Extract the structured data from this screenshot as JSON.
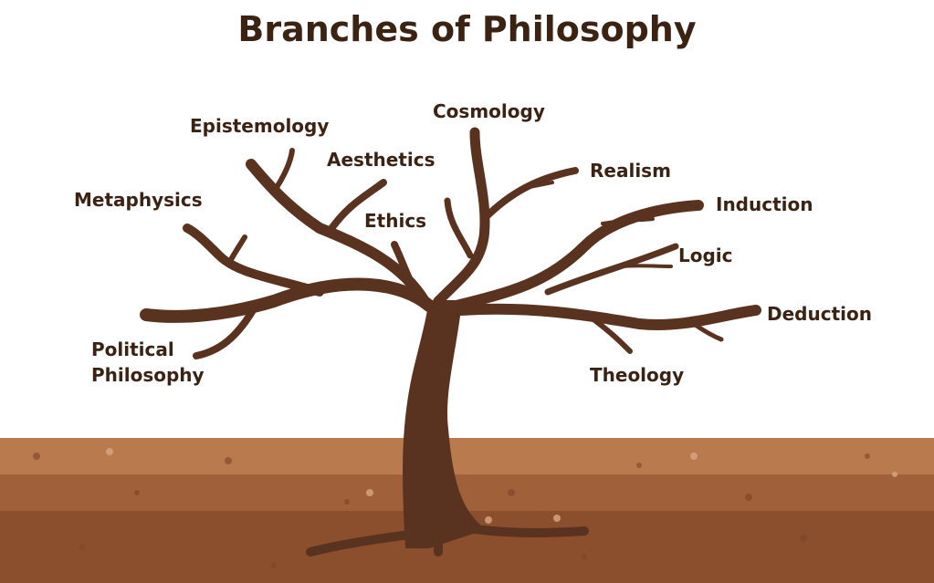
{
  "title": "Branches of Philosophy",
  "colors": {
    "text": "#3b2314",
    "tree": "#5a3220",
    "soil_top": "#b97a4e",
    "soil_mid": "#a0603a",
    "soil_bottom": "#8c4f2e"
  },
  "branches": [
    {
      "label": "Epistemology"
    },
    {
      "label": "Cosmology"
    },
    {
      "label": "Aesthetics"
    },
    {
      "label": "Realism"
    },
    {
      "label": "Metaphysics"
    },
    {
      "label": "Ethics"
    },
    {
      "label": "Induction"
    },
    {
      "label": "Logic"
    },
    {
      "label": "Deduction"
    },
    {
      "label": "Political"
    },
    {
      "label": "Philosophy"
    },
    {
      "label": "Theology"
    }
  ]
}
